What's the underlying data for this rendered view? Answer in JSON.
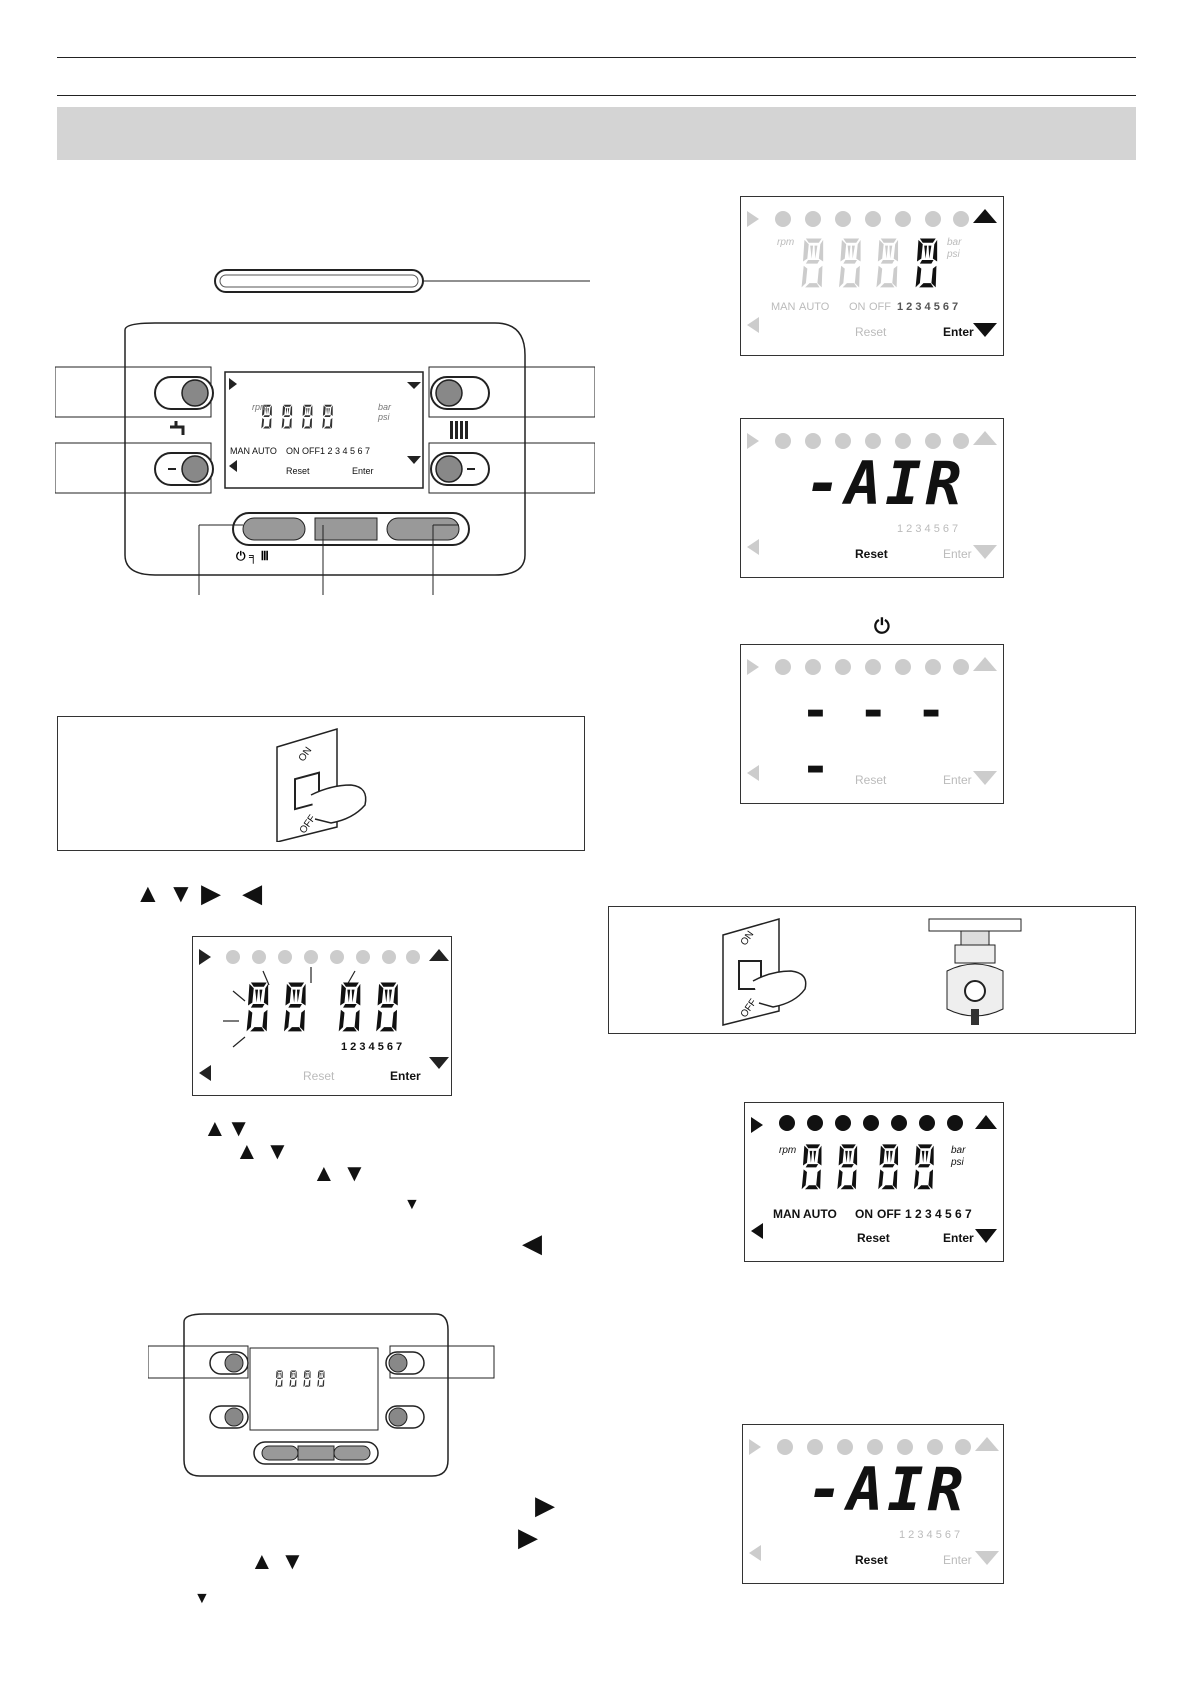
{
  "lcd": {
    "rpm": "rpm",
    "bar": "bar",
    "psi": "psi",
    "man": "MAN",
    "auto": "AUTO",
    "on": "ON",
    "off": "OFF",
    "days": "1 2 3 4 5 6 7",
    "reset": "Reset",
    "enter": "Enter"
  },
  "switch": {
    "on": "ON",
    "off": "OFF"
  },
  "readouts": {
    "zero": "0",
    "time": "00:00",
    "air": "-AIR",
    "dashes": "- - - -",
    "all": "88:88"
  },
  "icons": {
    "up": "▲",
    "down": "▼",
    "right": "▶",
    "left": "◀",
    "power": "⏻"
  },
  "colors": {
    "banner": "#d4d4d4",
    "lcd_dim": "#c4c4c4",
    "lcd_dark": "#111111"
  }
}
